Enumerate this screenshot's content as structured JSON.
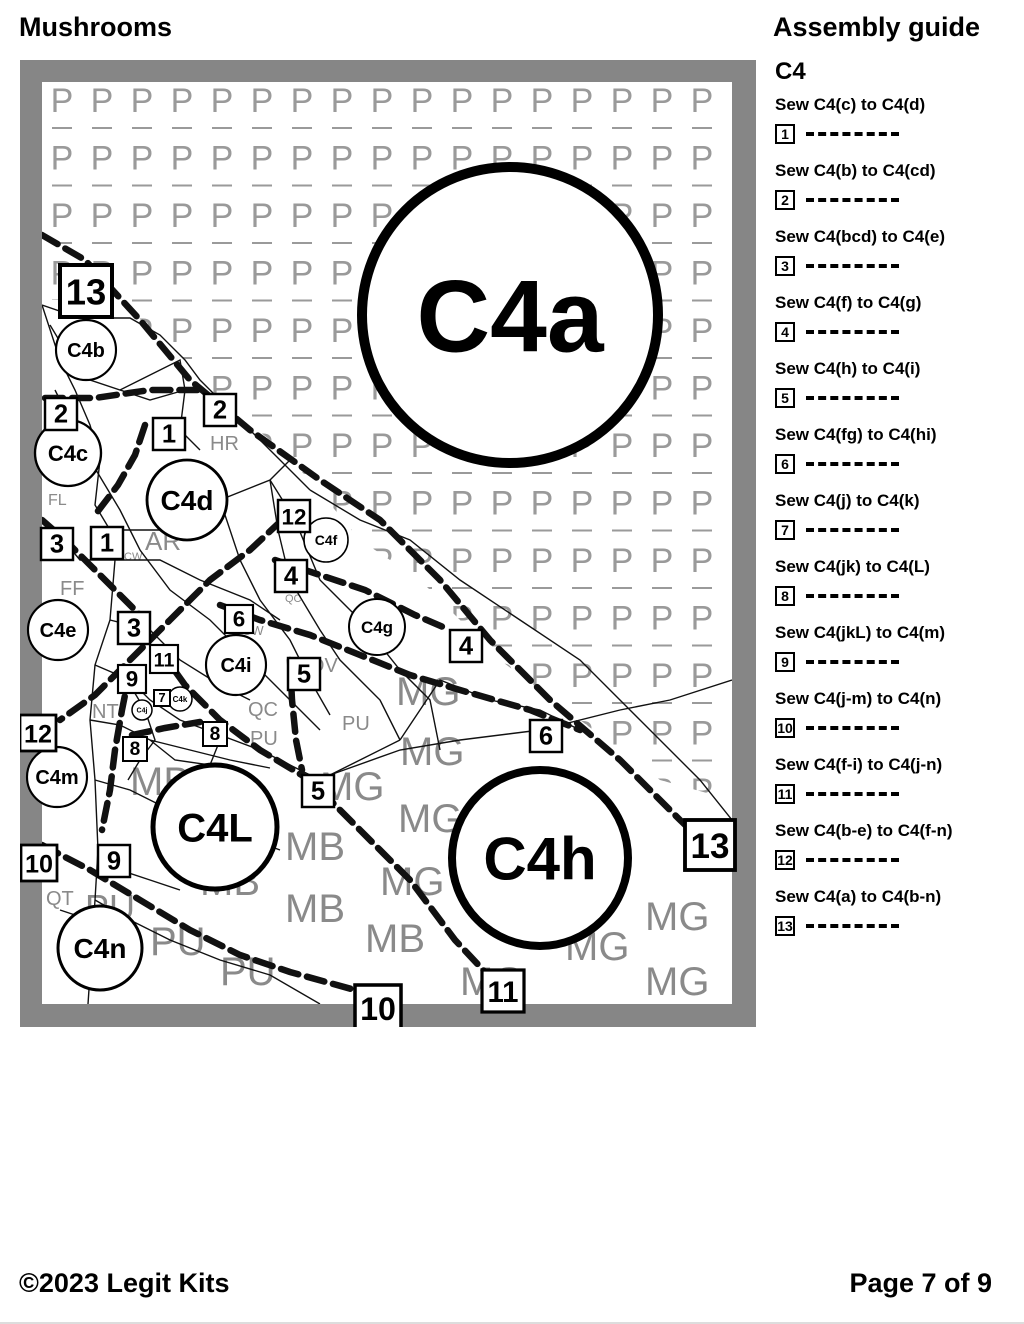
{
  "header": {
    "title": "Mushrooms",
    "guide_title": "Assembly guide"
  },
  "footer": {
    "copyright": "©2023 Legit Kits",
    "page": "Page 7 of 9"
  },
  "guide": {
    "section": "C4",
    "steps": [
      {
        "num": "1",
        "text": "Sew C4(c) to C4(d)"
      },
      {
        "num": "2",
        "text": "Sew C4(b) to C4(cd)"
      },
      {
        "num": "3",
        "text": "Sew C4(bcd) to C4(e)"
      },
      {
        "num": "4",
        "text": "Sew C4(f) to C4(g)"
      },
      {
        "num": "5",
        "text": "Sew C4(h) to C4(i)"
      },
      {
        "num": "6",
        "text": "Sew C4(fg) to C4(hi)"
      },
      {
        "num": "7",
        "text": "Sew C4(j) to C4(k)"
      },
      {
        "num": "8",
        "text": "Sew C4(jk) to C4(L)"
      },
      {
        "num": "9",
        "text": "Sew C4(jkL) to C4(m)"
      },
      {
        "num": "10",
        "text": "Sew C4(j-m) to C4(n)"
      },
      {
        "num": "11",
        "text": "Sew C4(f-i) to C4(j-n)"
      },
      {
        "num": "12",
        "text": "Sew C4(b-e) to C4(f-n)"
      },
      {
        "num": "13",
        "text": "Sew C4(a) to C4(b-n)"
      }
    ]
  },
  "diagram": {
    "piece_labels": [
      "C4a",
      "C4b",
      "C4c",
      "C4d",
      "C4e",
      "C4f",
      "C4g",
      "C4h",
      "C4i",
      "C4j",
      "C4k",
      "C4L",
      "C4m",
      "C4n"
    ],
    "fabric_codes": [
      "P",
      "HR",
      "CW",
      "FF",
      "FL",
      "QC",
      "DV",
      "NT",
      "QT",
      "PU",
      "MB",
      "MG",
      "AR"
    ],
    "seam_markers": [
      "1",
      "2",
      "3",
      "4",
      "5",
      "6",
      "7",
      "8",
      "9",
      "10",
      "11",
      "12",
      "13"
    ]
  }
}
